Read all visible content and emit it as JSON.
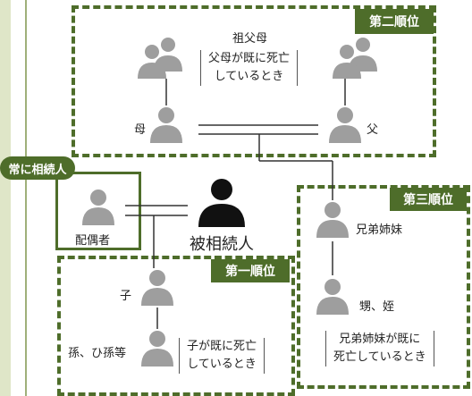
{
  "labels": {
    "grandparents": "祖父母",
    "mother": "母",
    "father": "父",
    "spouse": "配偶者",
    "deceased": "被相続人",
    "child": "子",
    "grandchild": "孫、ひ孫等",
    "siblings": "兄弟姉妹",
    "nephew_niece": "甥、姪"
  },
  "tags": {
    "second_rank": "第二順位",
    "third_rank": "第三順位",
    "first_rank": "第一順位",
    "always_heir": "常に相続人"
  },
  "notes": {
    "parents_deceased_line1": "父母が既に死亡",
    "parents_deceased_line2": "しているとき",
    "child_deceased_line1": "子が既に死亡",
    "child_deceased_line2": "しているとき",
    "siblings_deceased_line1": "兄弟姉妹が既に",
    "siblings_deceased_line2": "死亡しているとき"
  },
  "colors": {
    "frame_green": "#4e6d2a",
    "person_gray": "#9e9e9e",
    "deceased_black": "#111111"
  }
}
